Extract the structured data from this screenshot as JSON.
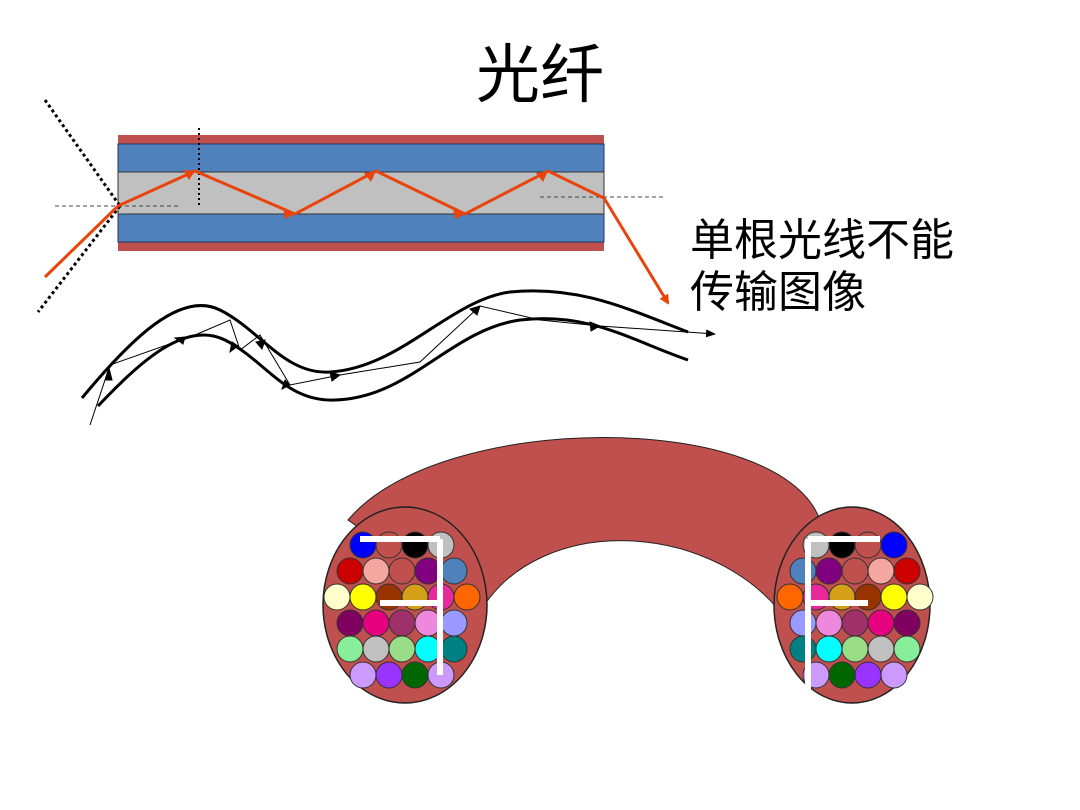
{
  "slide": {
    "title": "光纤",
    "caption_line1": "单根光线不能",
    "caption_line2": "传输图像"
  },
  "colors": {
    "cladding": "#4f81bd",
    "core": "#c0c0c0",
    "jacket": "#c0504d",
    "ray": "#e8440c",
    "bundle": "#c0504d"
  },
  "bundle_left_fibers": [
    [
      "#0000ff",
      "#c0504d",
      "#000000",
      "#c0c0c0"
    ],
    [
      "#cc0000",
      "#f4a6a0",
      "#c0504d",
      "#800080",
      "#4f81bd"
    ],
    [
      "#ffffcc",
      "#ffff00",
      "#993300",
      "#d4a017",
      "#e7299b",
      "#ff6600"
    ],
    [
      "#800060",
      "#e60080",
      "#a0306a",
      "#ee88dd",
      "#9999ff"
    ],
    [
      "#88ee99",
      "#c0c0c0",
      "#99dd88",
      "#00ffff",
      "#008080"
    ],
    [
      "#cc99ff",
      "#9933ff",
      "#006600",
      "#cc99ff"
    ]
  ],
  "bundle_right_fibers": [
    [
      "#c0c0c0",
      "#000000",
      "#c0504d",
      "#0000ff"
    ],
    [
      "#4f81bd",
      "#800080",
      "#c0504d",
      "#f4a6a0",
      "#cc0000"
    ],
    [
      "#ff6600",
      "#e7299b",
      "#d4a017",
      "#993300",
      "#ffff00",
      "#ffffcc"
    ],
    [
      "#9999ff",
      "#ee88dd",
      "#a0306a",
      "#e60080",
      "#800060"
    ],
    [
      "#008080",
      "#00ffff",
      "#99dd88",
      "#c0c0c0",
      "#88ee99"
    ],
    [
      "#cc99ff",
      "#006600",
      "#9933ff",
      "#cc99ff"
    ]
  ]
}
